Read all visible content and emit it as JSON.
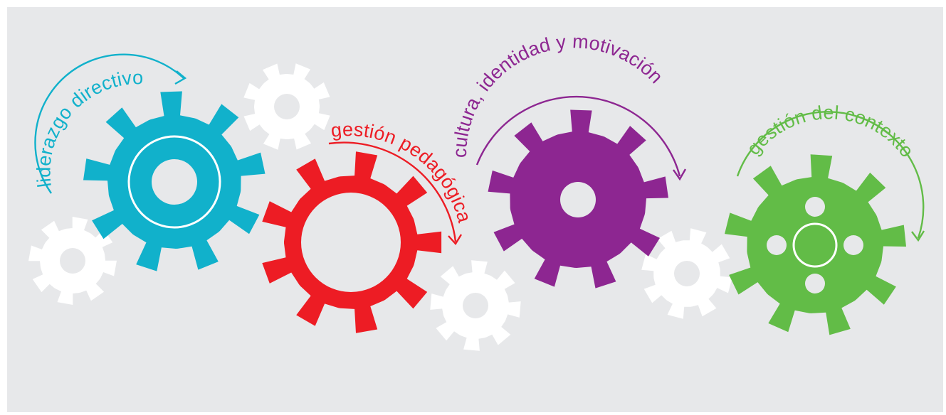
{
  "background_color": "#e7e8ea",
  "gear_colors": {
    "blue": "#11b1cb",
    "red": "#ed1c24",
    "purple": "#8d2691",
    "green": "#62bc47",
    "white": "#ffffff"
  },
  "gears": [
    {
      "id": "liderazgo",
      "label": "liderazgo directivo",
      "color_key": "blue",
      "icon": "gear-icon-blue"
    },
    {
      "id": "pedagogica",
      "label": "gestión pedagógica",
      "color_key": "red",
      "icon": "gear-icon-red"
    },
    {
      "id": "cultura",
      "label": "cultura, identidad y motivación",
      "color_key": "purple",
      "icon": "gear-icon-purple"
    },
    {
      "id": "contexto",
      "label": "gestión del contexto",
      "color_key": "green",
      "icon": "gear-icon-green"
    }
  ]
}
